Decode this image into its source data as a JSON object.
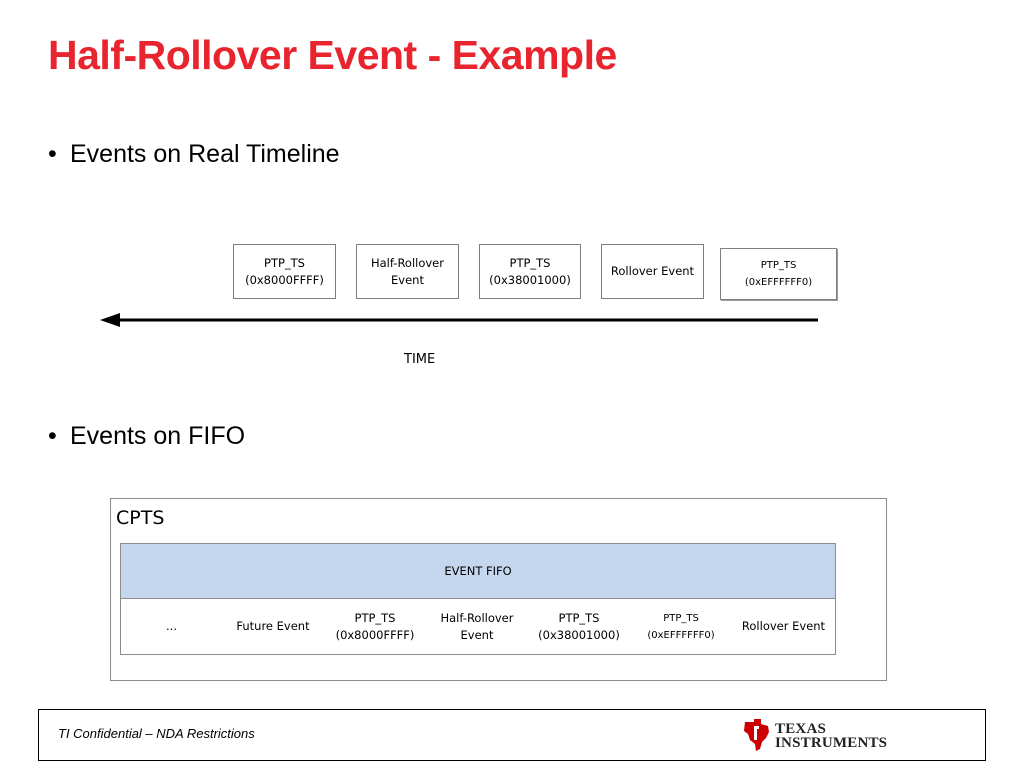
{
  "title": "Half-Rollover Event - Example",
  "bullets": {
    "real_timeline": "Events on Real Timeline",
    "fifo": "Events on FIFO"
  },
  "timeline": {
    "boxes": [
      {
        "line1": "PTP_TS",
        "line2": "(0x8000FFFF)"
      },
      {
        "line1": "Half-Rollover",
        "line2": "Event"
      },
      {
        "line1": "PTP_TS",
        "line2": "(0x38001000)"
      },
      {
        "line1": "Rollover Event",
        "line2": ""
      },
      {
        "line1": "PTP_TS",
        "line2": "(0xEFFFFFF0)"
      }
    ],
    "axis_label": "TIME"
  },
  "cpts": {
    "label": "CPTS",
    "fifo_header": "EVENT FIFO",
    "cells": [
      {
        "line1": "...",
        "line2": ""
      },
      {
        "line1": "Future Event",
        "line2": ""
      },
      {
        "line1": "PTP_TS",
        "line2": "(0x8000FFFF)"
      },
      {
        "line1": "Half-Rollover",
        "line2": "Event"
      },
      {
        "line1": "PTP_TS",
        "line2": "(0x38001000)"
      },
      {
        "line1": "PTP_TS",
        "line2": "(0xEFFFFFF0)"
      },
      {
        "line1": "Rollover Event",
        "line2": ""
      }
    ]
  },
  "footer": {
    "confidential": "TI Confidential – NDA Restrictions",
    "logo_line1": "TEXAS",
    "logo_line2": "INSTRUMENTS"
  },
  "colors": {
    "title": "#e8252f",
    "fifo_header_bg": "#c5d7ee",
    "logo_red": "#cc0000"
  }
}
